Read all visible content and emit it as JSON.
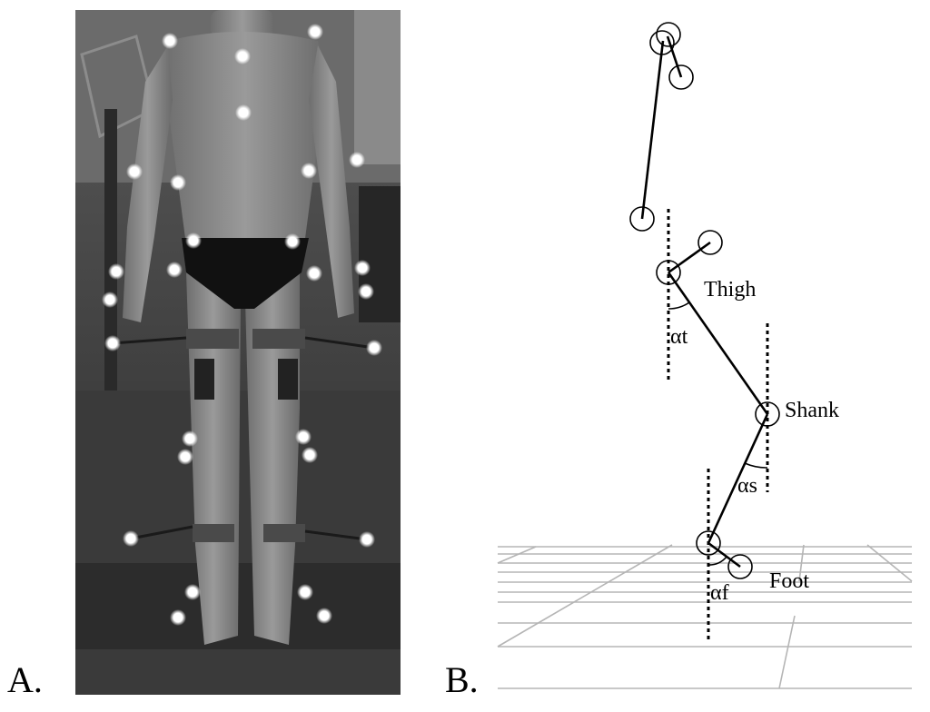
{
  "panels": {
    "a": {
      "label": "A."
    },
    "b": {
      "label": "B."
    }
  },
  "segments": {
    "thigh": "Thigh",
    "shank": "Shank",
    "foot": "Foot"
  },
  "angles": {
    "thigh": "αt",
    "shank": "αs",
    "foot": "αf"
  },
  "colors": {
    "ink": "#000000",
    "grid": "#b5b5b5",
    "photo_bg": "#474747",
    "marker": "#ffffff"
  }
}
